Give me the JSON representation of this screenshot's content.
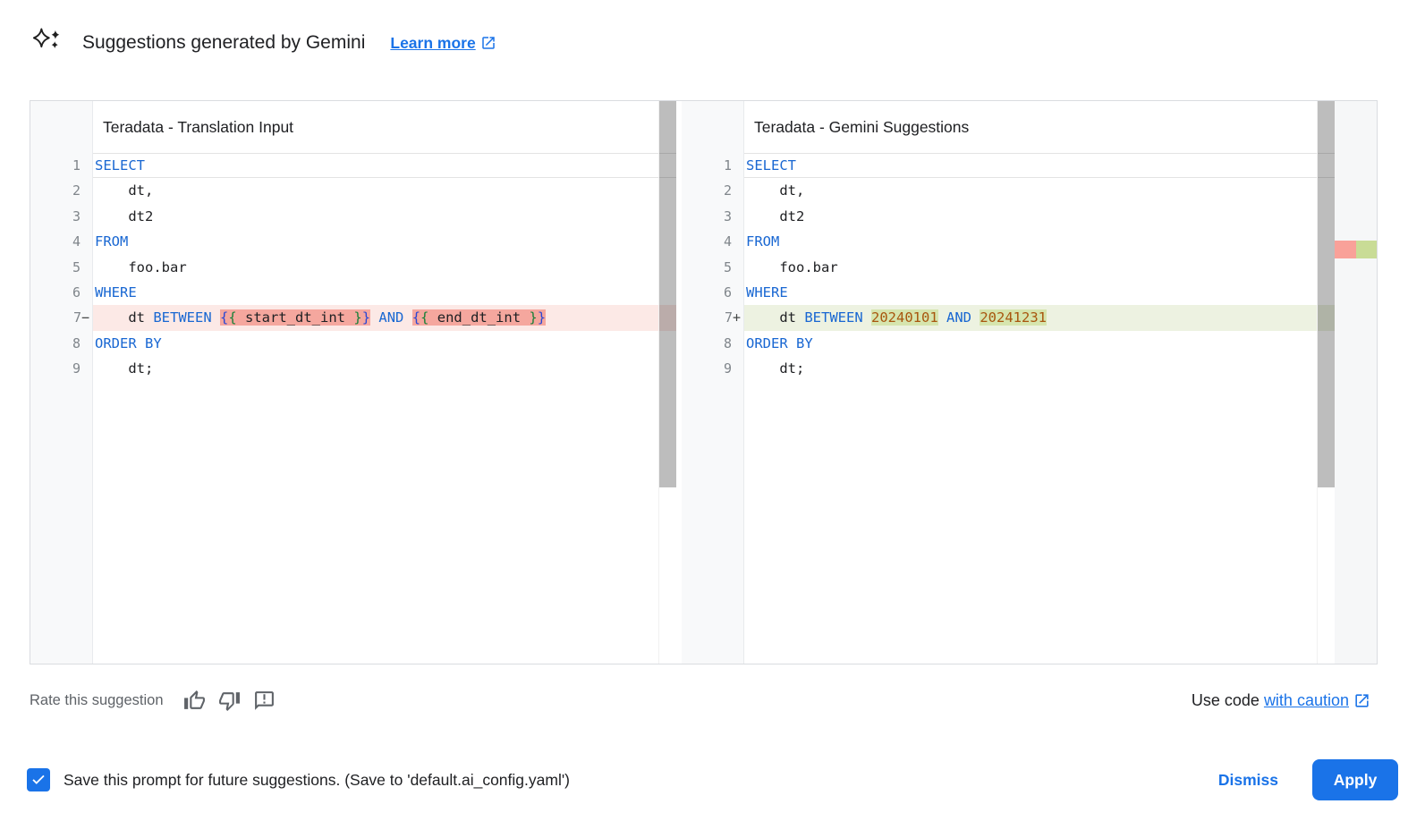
{
  "header": {
    "title": "Suggestions generated by Gemini",
    "learn_more": "Learn more"
  },
  "colors": {
    "accent_blue": "#1a73e8",
    "keyword_blue": "#1967d2",
    "number_literal": "#a8560e",
    "brace_outer": "#2a46d4",
    "brace_inner": "#188038",
    "deleted_line_bg": "#fce9e6",
    "deleted_segment_bg": "#f5a79e",
    "added_line_bg": "#edf2e1",
    "added_segment_bg": "#d6e5ae",
    "ruler_deleted_mark": "#f9a199",
    "ruler_added_mark": "#c9dc96"
  },
  "diff": {
    "left": {
      "title": "Teradata - Translation Input",
      "lines": [
        {
          "n": "1",
          "kind": "active",
          "tokens": [
            [
              "k",
              "SELECT"
            ]
          ]
        },
        {
          "n": "2",
          "tokens": [
            [
              "p",
              "    dt,"
            ]
          ]
        },
        {
          "n": "3",
          "tokens": [
            [
              "p",
              "    dt2"
            ]
          ]
        },
        {
          "n": "4",
          "tokens": [
            [
              "k",
              "FROM"
            ]
          ]
        },
        {
          "n": "5",
          "tokens": [
            [
              "p",
              "    foo.bar"
            ]
          ]
        },
        {
          "n": "6",
          "tokens": [
            [
              "k",
              "WHERE"
            ]
          ]
        },
        {
          "n": "7",
          "sign": "−",
          "kind": "del",
          "tokens": [
            [
              "p",
              "    dt "
            ],
            [
              "k",
              "BETWEEN"
            ],
            [
              "p",
              " "
            ],
            {
              "seg": [
                [
                  "b1",
                  "{"
                ],
                [
                  "b2",
                  "{"
                ],
                [
                  "p",
                  " start_dt_int "
                ],
                [
                  "b2",
                  "}"
                ],
                [
                  "b1",
                  "}"
                ]
              ]
            },
            [
              "p",
              " "
            ],
            [
              "k",
              "AND"
            ],
            [
              "p",
              " "
            ],
            {
              "seg": [
                [
                  "b1",
                  "{"
                ],
                [
                  "b2",
                  "{"
                ],
                [
                  "p",
                  " end_dt_int "
                ],
                [
                  "b2",
                  "}"
                ],
                [
                  "b1",
                  "}"
                ]
              ]
            }
          ]
        },
        {
          "n": "8",
          "tokens": [
            [
              "k",
              "ORDER BY"
            ]
          ]
        },
        {
          "n": "9",
          "tokens": [
            [
              "p",
              "    dt;"
            ]
          ]
        }
      ]
    },
    "right": {
      "title": "Teradata - Gemini Suggestions",
      "lines": [
        {
          "n": "1",
          "kind": "active",
          "tokens": [
            [
              "k",
              "SELECT"
            ]
          ]
        },
        {
          "n": "2",
          "tokens": [
            [
              "p",
              "    dt,"
            ]
          ]
        },
        {
          "n": "3",
          "tokens": [
            [
              "p",
              "    dt2"
            ]
          ]
        },
        {
          "n": "4",
          "tokens": [
            [
              "k",
              "FROM"
            ]
          ]
        },
        {
          "n": "5",
          "tokens": [
            [
              "p",
              "    foo.bar"
            ]
          ]
        },
        {
          "n": "6",
          "tokens": [
            [
              "k",
              "WHERE"
            ]
          ]
        },
        {
          "n": "7",
          "sign": "+",
          "kind": "add",
          "tokens": [
            [
              "p",
              "    dt "
            ],
            [
              "k",
              "BETWEEN"
            ],
            [
              "p",
              " "
            ],
            {
              "seg": [
                [
                  "n",
                  "20240101"
                ]
              ]
            },
            [
              "p",
              " "
            ],
            [
              "k",
              "AND"
            ],
            [
              "p",
              " "
            ],
            {
              "seg": [
                [
                  "n",
                  "20241231"
                ]
              ]
            }
          ]
        },
        {
          "n": "8",
          "tokens": [
            [
              "k",
              "ORDER BY"
            ]
          ]
        },
        {
          "n": "9",
          "tokens": [
            [
              "p",
              "    dt;"
            ]
          ]
        }
      ]
    }
  },
  "footer": {
    "rate_label": "Rate this suggestion",
    "use_code_prefix": "Use code",
    "use_code_link": "with caution"
  },
  "action_bar": {
    "checkbox_checked": true,
    "checkbox_label": "Save this prompt for future suggestions. (Save to 'default.ai_config.yaml')",
    "dismiss_label": "Dismiss",
    "apply_label": "Apply"
  }
}
